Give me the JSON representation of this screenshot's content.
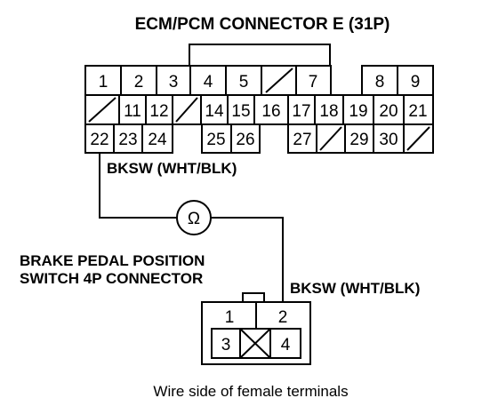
{
  "ecm_connector": {
    "title": "ECM/PCM CONNECTOR E (31P)",
    "wire_label": "BKSW (WHT/BLK)",
    "row1": [
      {
        "label": "1"
      },
      {
        "label": "2"
      },
      {
        "label": "3"
      },
      {
        "label": "4"
      },
      {
        "label": "5"
      },
      {
        "label": "",
        "blank": true
      },
      {
        "label": "7"
      },
      {
        "label": "8"
      },
      {
        "label": "9"
      }
    ],
    "row2": [
      {
        "label": "",
        "blank": true
      },
      {
        "label": "11"
      },
      {
        "label": "12"
      },
      {
        "label": "",
        "blank": true
      },
      {
        "label": "14"
      },
      {
        "label": "15"
      },
      {
        "label": "16"
      },
      {
        "label": "17"
      },
      {
        "label": "18"
      },
      {
        "label": "19"
      },
      {
        "label": "20"
      },
      {
        "label": "21"
      }
    ],
    "row3": [
      {
        "label": "22"
      },
      {
        "label": "23"
      },
      {
        "label": "24"
      },
      {
        "label": "25"
      },
      {
        "label": "26"
      },
      {
        "label": "27"
      },
      {
        "label": "",
        "blank": true
      },
      {
        "label": "29"
      },
      {
        "label": "30"
      },
      {
        "label": "",
        "blank": true
      }
    ]
  },
  "switch_connector": {
    "title_line1": "BRAKE PEDAL POSITION",
    "title_line2": "SWITCH 4P CONNECTOR",
    "wire_label": "BKSW (WHT/BLK)",
    "terminals": [
      {
        "label": "1"
      },
      {
        "label": "2"
      },
      {
        "label": "3"
      },
      {
        "label": "",
        "blank": true
      },
      {
        "label": "4"
      }
    ]
  },
  "meter_symbol": "Ω",
  "caption": "Wire side of female terminals"
}
